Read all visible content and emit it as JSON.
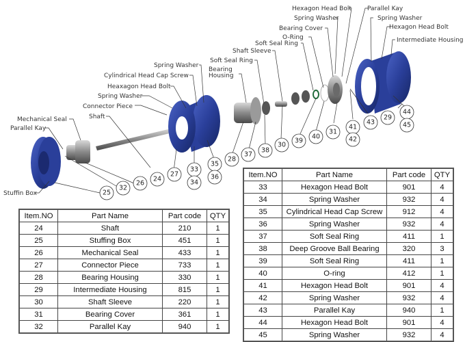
{
  "diagram": {
    "callouts": [
      {
        "text": "Hexagon Head Bolt"
      },
      {
        "text": "Parallel Kay"
      },
      {
        "text": "Spring Washer"
      },
      {
        "text": "Spring Washer"
      },
      {
        "text": "Bearing Cover"
      },
      {
        "text": "Hexagon Head Bolt"
      },
      {
        "text": "O-Ring"
      },
      {
        "text": "Intermediate Housing"
      },
      {
        "text": "Soft Seal Ring"
      },
      {
        "text": "Shaft Sleeve"
      },
      {
        "text": "Soft Seal Ring"
      },
      {
        "text": "Spring Washer"
      },
      {
        "text": "Bearing"
      },
      {
        "text": "Housing"
      },
      {
        "text": "Cylindrical Head Cap Screw"
      },
      {
        "text": "Heaxagon Head Bolt"
      },
      {
        "text": "Spring Washer"
      },
      {
        "text": "Connector Piece"
      },
      {
        "text": "Shaft"
      },
      {
        "text": "Mechanical Seal"
      },
      {
        "text": "Parallel Kay"
      },
      {
        "text": "Stuffin Box"
      }
    ],
    "bubbles": [
      "25",
      "32",
      "26",
      "24",
      "27",
      "33",
      "34",
      "35",
      "36",
      "28",
      "37",
      "38",
      "30",
      "39",
      "40",
      "31",
      "41",
      "42",
      "43",
      "29",
      "44",
      "45"
    ],
    "colors": {
      "housing_blue": "#2a3f9a",
      "steel": "#8a8a8a",
      "oring_green": "#1f6b3a"
    }
  },
  "table_left": {
    "headers": [
      "Item.NO",
      "Part Name",
      "Part code",
      "QTY"
    ],
    "rows": [
      [
        "24",
        "Shaft",
        "210",
        "1"
      ],
      [
        "25",
        "Stuffing Box",
        "451",
        "1"
      ],
      [
        "26",
        "Mechanical Seal",
        "433",
        "1"
      ],
      [
        "27",
        "Connector Piece",
        "733",
        "1"
      ],
      [
        "28",
        "Bearing Housing",
        "330",
        "1"
      ],
      [
        "29",
        "Intermediate Housing",
        "815",
        "1"
      ],
      [
        "30",
        "Shaft Sleeve",
        "220",
        "1"
      ],
      [
        "31",
        "Bearing Cover",
        "361",
        "1"
      ],
      [
        "32",
        "Parallel Kay",
        "940",
        "1"
      ]
    ]
  },
  "table_right": {
    "headers": [
      "Item.NO",
      "Part Name",
      "Part code",
      "QTY"
    ],
    "rows": [
      [
        "33",
        "Hexagon Head Bolt",
        "901",
        "4"
      ],
      [
        "34",
        "Spring Washer",
        "932",
        "4"
      ],
      [
        "35",
        "Cylindrical Head Cap Screw",
        "912",
        "4"
      ],
      [
        "36",
        "Spring Washer",
        "932",
        "4"
      ],
      [
        "37",
        "Soft Seal Ring",
        "411",
        "1"
      ],
      [
        "38",
        "Deep Groove Ball Bearing",
        "320",
        "3"
      ],
      [
        "39",
        "Soft Seal Ring",
        "411",
        "1"
      ],
      [
        "40",
        "O-ring",
        "412",
        "1"
      ],
      [
        "41",
        "Hexagon Head Bolt",
        "901",
        "4"
      ],
      [
        "42",
        "Spring Washer",
        "932",
        "4"
      ],
      [
        "43",
        "Parallel Kay",
        "940",
        "1"
      ],
      [
        "44",
        "Hexagon Head Bolt",
        "901",
        "4"
      ],
      [
        "45",
        "Spring Washer",
        "932",
        "4"
      ]
    ]
  }
}
